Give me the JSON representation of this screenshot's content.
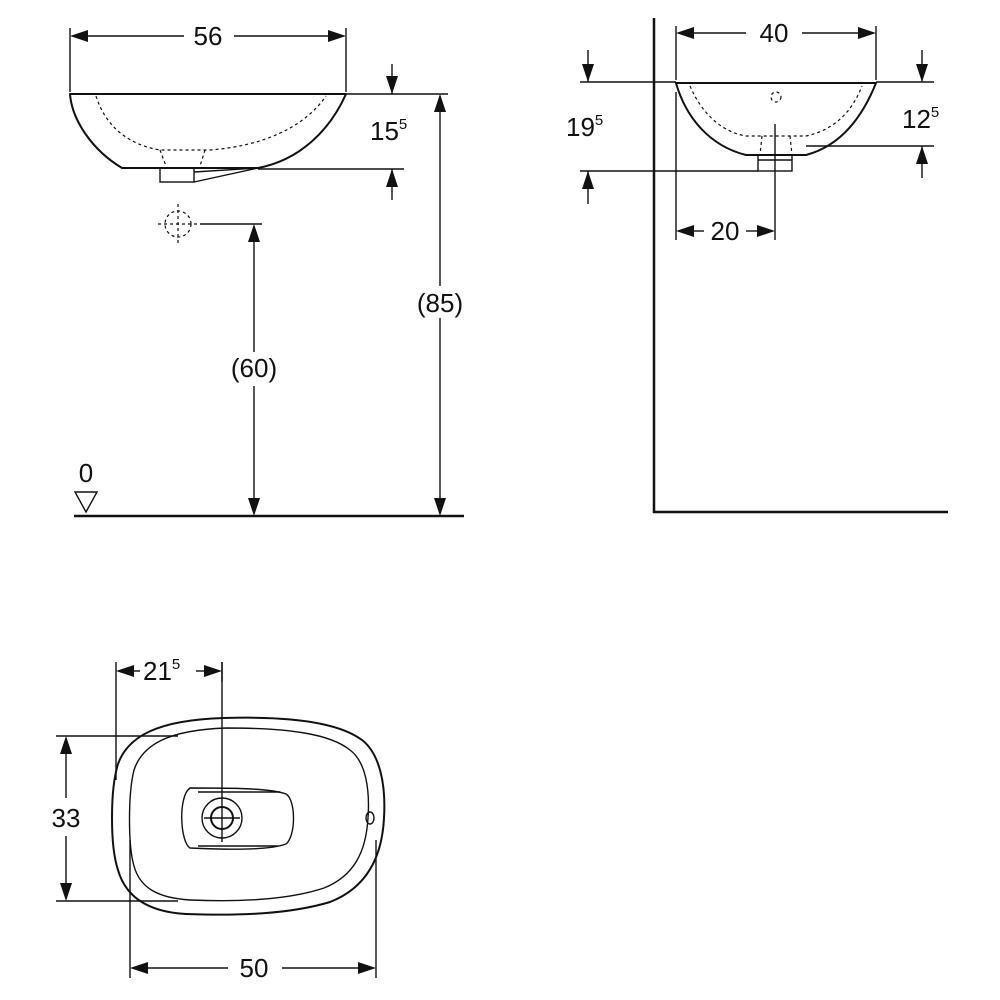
{
  "front_view": {
    "width_main": "56",
    "depth_main": "15",
    "depth_sup": "5",
    "drain_height": "(60)",
    "rim_height": "(85)",
    "floor_level": "0"
  },
  "side_view": {
    "width_main": "40",
    "total_height_main": "19",
    "total_height_sup": "5",
    "bowl_depth_main": "12",
    "bowl_depth_sup": "5",
    "drain_offset": "20"
  },
  "plan_view": {
    "drain_offset_main": "21",
    "drain_offset_sup": "5",
    "depth": "33",
    "width": "50"
  }
}
